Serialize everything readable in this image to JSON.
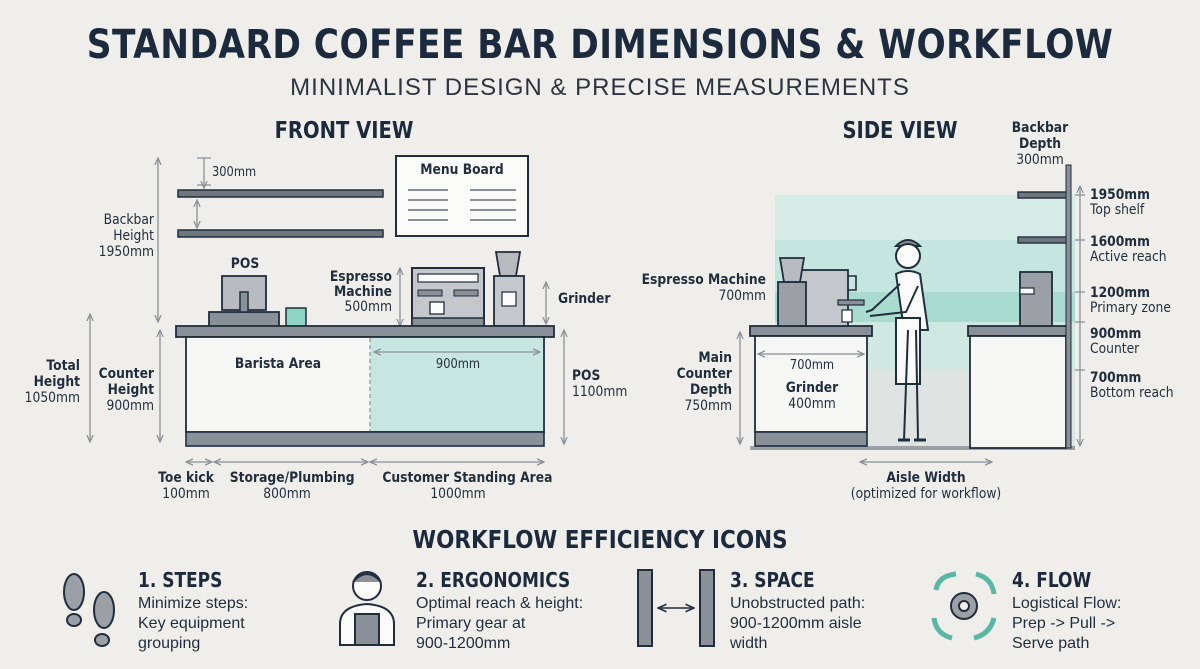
{
  "title": "STANDARD COFFEE BAR DIMENSIONS & WORKFLOW",
  "subtitle": "MINIMALIST DESIGN & PRECISE MEASUREMENTS",
  "front_view": {
    "heading": "FRONT VIEW",
    "shelf_gap": "300mm",
    "menu_board": "Menu Board",
    "backbar_height": [
      "Backbar",
      "Height",
      "1950mm"
    ],
    "pos_label": "POS",
    "espresso": [
      "Espresso",
      "Machine",
      "500mm"
    ],
    "grinder": "Grinder",
    "total_height": [
      "Total",
      "Height",
      "1050mm"
    ],
    "counter_height": [
      "Counter",
      "Height",
      "900mm"
    ],
    "barista_area": "Barista Area",
    "counter_span": "900mm",
    "pos_height": [
      "POS",
      "1100mm"
    ],
    "toe_kick": [
      "Toe kick",
      "100mm"
    ],
    "storage": [
      "Storage/Plumbing",
      "800mm"
    ],
    "customer_area": [
      "Customer Standing Area",
      "1000mm"
    ]
  },
  "side_view": {
    "heading": "SIDE VIEW",
    "backbar_depth": [
      "Backbar",
      "Depth",
      "300mm"
    ],
    "espresso": [
      "Espresso Machine",
      "700mm"
    ],
    "main_counter": [
      "Main",
      "Counter",
      "Depth",
      "750mm"
    ],
    "counter_depth": "700mm",
    "grinder": [
      "Grinder",
      "400mm"
    ],
    "aisle": [
      "Aisle Width",
      "(optimized for workflow)"
    ],
    "zones": [
      {
        "value": "1950mm",
        "desc": "Top shelf"
      },
      {
        "value": "1600mm",
        "desc": "Active reach"
      },
      {
        "value": "1200mm",
        "desc": "Primary zone"
      },
      {
        "value": "900mm",
        "desc": "Counter"
      },
      {
        "value": "700mm",
        "desc": "Bottom reach"
      }
    ]
  },
  "workflow": {
    "heading": "WORKFLOW EFFICIENCY ICONS",
    "items": [
      {
        "title": "1. STEPS",
        "lines": [
          "Minimize steps:",
          "Key equipment",
          "grouping"
        ],
        "icon": "footprints-icon"
      },
      {
        "title": "2. ERGONOMICS",
        "lines": [
          "Optimal reach & height:",
          "Primary gear at",
          "900-1200mm"
        ],
        "icon": "barista-icon"
      },
      {
        "title": "3. SPACE",
        "lines": [
          "Unobstructed path:",
          "900-1200mm aisle",
          "width"
        ],
        "icon": "space-icon"
      },
      {
        "title": "4. FLOW",
        "lines": [
          "Logistical Flow:",
          "Prep -> Pull ->",
          "Serve path"
        ],
        "icon": "flow-cycle-icon"
      }
    ]
  },
  "colors": {
    "ink": "#1f2d3d",
    "steel": "#8a9097",
    "teal": "#bfe3dc",
    "panel": "#f6f6f4"
  }
}
